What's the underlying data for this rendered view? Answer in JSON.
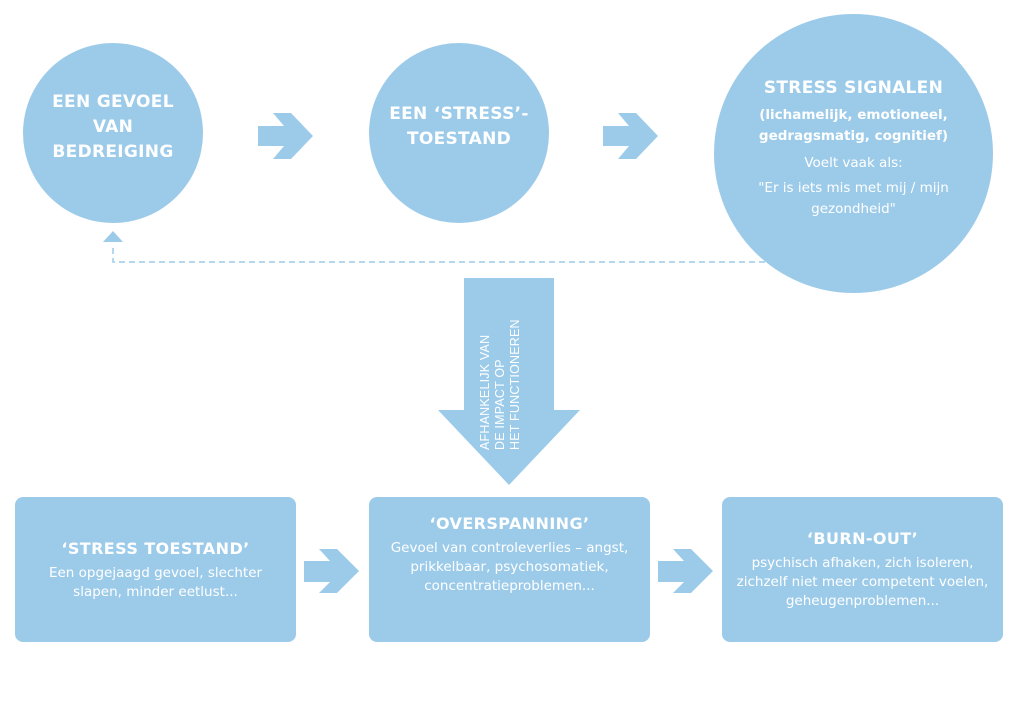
{
  "colors": {
    "shape_fill": "#9ccbea",
    "text": "#ffffff",
    "background": "#ffffff"
  },
  "top_row": {
    "circles": [
      {
        "title": "EEN GEVOEL VAN BEDREIGING"
      },
      {
        "title": "EEN ‘STRESS’-TOESTAND"
      },
      {
        "title": "STRESS SIGNALEN",
        "subtitle": "(lichamelijk, emotioneel, gedragsmatig, cognitief)",
        "note": "Voelt vaak als:",
        "quote": "\"Er is iets mis met mij / mijn gezondheid\""
      }
    ],
    "arrows": [
      "right-arrow-icon",
      "right-arrow-icon"
    ],
    "feedback_loop": {
      "style": "dashed",
      "direction": "from stress signalen back to een gevoel van bedreiging"
    }
  },
  "down_arrow": {
    "lines": [
      "AFHANKELIJK VAN",
      "DE IMPACT OP",
      "HET FUNCTIONEREN"
    ]
  },
  "bottom_row": {
    "boxes": [
      {
        "title": "‘STRESS TOESTAND’",
        "body": "Een opgejaagd gevoel, slechter slapen, minder eetlust..."
      },
      {
        "title": "‘OVERSPANNING’",
        "body": "Gevoel van controleverlies – angst, prikkelbaar, psychosomatiek, concentratieproblemen..."
      },
      {
        "title": "‘BURN-OUT’",
        "body": "psychisch afhaken, zich isoleren, zichzelf niet meer competent voelen, geheugenproblemen..."
      }
    ]
  }
}
